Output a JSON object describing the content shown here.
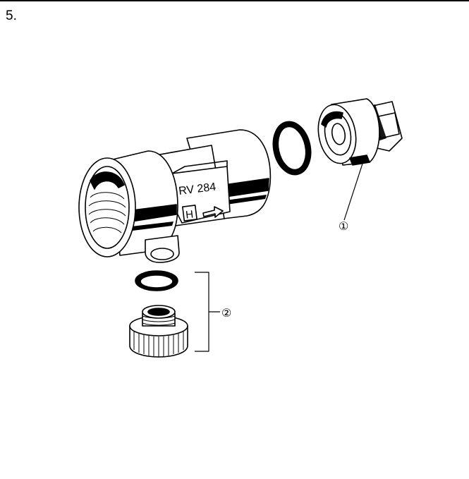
{
  "step": {
    "number": "5."
  },
  "housing": {
    "model_label": "RV 284",
    "brand_letter": "H",
    "flow_arrow_icon": "right-arrow-icon"
  },
  "callouts": [
    {
      "id": "1",
      "text": "①"
    },
    {
      "id": "2",
      "text": "②"
    }
  ],
  "colors": {
    "ink": "#000000",
    "paper": "#ffffff"
  }
}
